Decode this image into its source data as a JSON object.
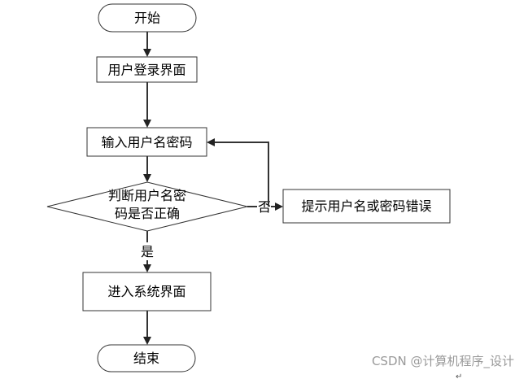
{
  "flowchart": {
    "nodes": {
      "start": "开始",
      "login_page": "用户登录界面",
      "input_credentials": "输入用户名密码",
      "check_line1": "判断用户名密",
      "check_line2": "码是否正确",
      "error_prompt": "提示用户名或密码错误",
      "enter_system": "进入系统界面",
      "end": "结束"
    },
    "edge_labels": {
      "no": "否",
      "yes": "是"
    }
  },
  "watermark": "CSDN @计算机程序_设计",
  "return_mark": "↵"
}
